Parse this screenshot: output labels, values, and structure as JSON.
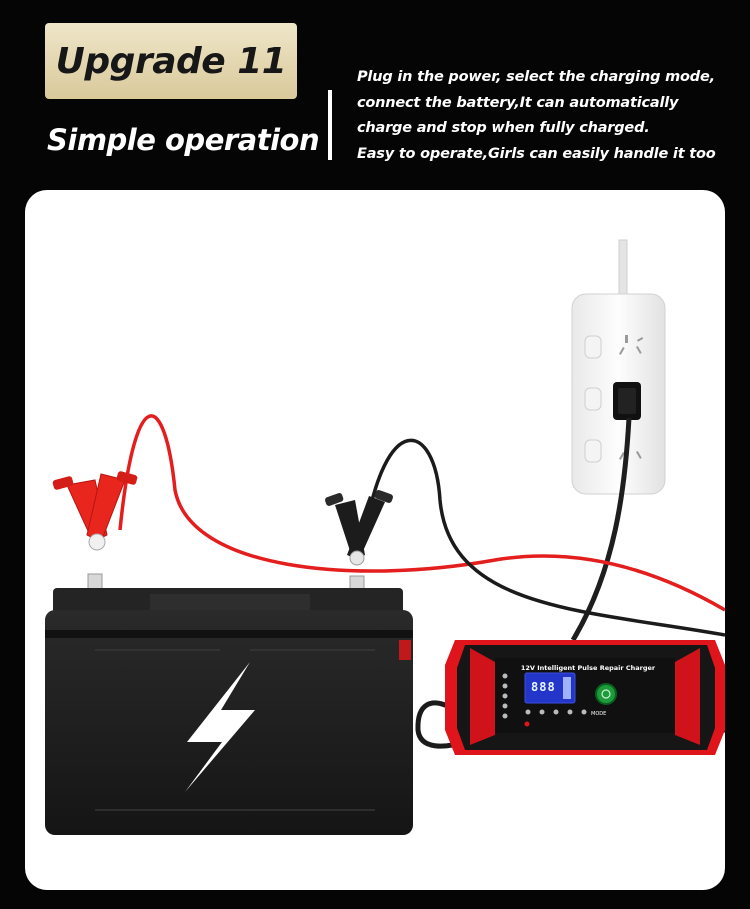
{
  "header": {
    "badge_text": "Upgrade 11",
    "subtitle": "Simple operation",
    "description_lines": [
      "Plug in the power, select the charging mode,",
      "connect the battery,It can automatically",
      "charge and stop when fully charged.",
      "Easy to operate,Girls can easily handle it too"
    ]
  },
  "charger": {
    "title": "12V Intelligent Pulse Repair Charger",
    "display_value": "888",
    "mode_button_label": "MODE"
  },
  "colors": {
    "background": "#050505",
    "badge_gold": "#e3d6ae",
    "charger_red": "#e0141b",
    "clamp_red": "#e8261e",
    "cable_red": "#e41d1d",
    "battery_black": "#1c1c1c",
    "lcd_blue": "#2336c9",
    "mode_button_green": "#1d9a3a"
  },
  "icons": {
    "lightning": "lightning-bolt-icon",
    "power_strip": "power-strip-icon"
  }
}
